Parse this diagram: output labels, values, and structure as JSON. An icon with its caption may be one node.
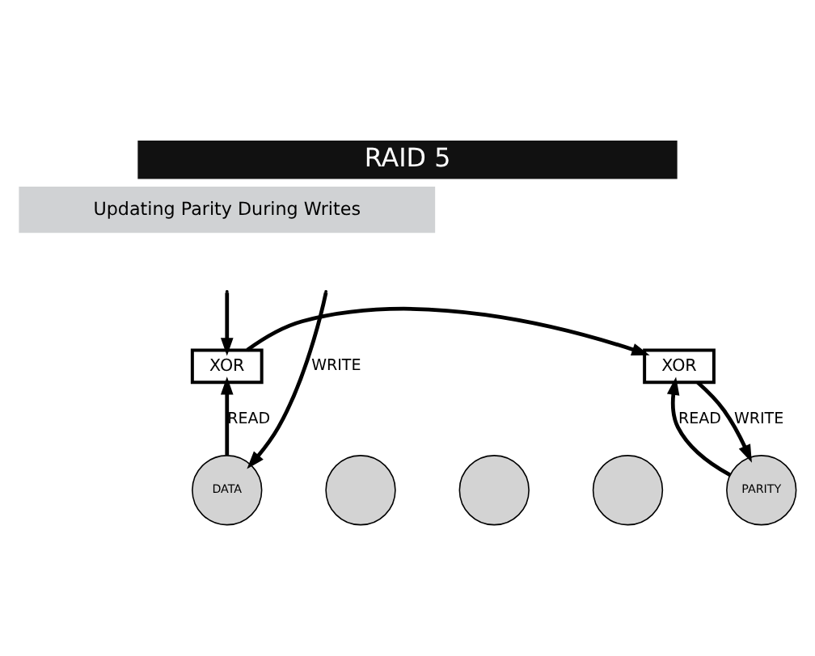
{
  "diagram": {
    "title": "RAID 5",
    "nodes": [
      {
        "text": [
          "XOR"
        ]
      },
      {
        "text": [
          "XOR"
        ]
      },
      {
        "text": [
          "DATA"
        ]
      },
      {
        "text": [],
        "shape": "circle"
      },
      {
        "text": [],
        "shape": "circle"
      },
      {
        "text": [],
        "shape": "circle"
      },
      {
        "text": [
          "PARITY"
        ]
      }
    ],
    "edges": [
      {
        "from": null,
        "to": 0,
        "arrow": "to"
      },
      {
        "from": null,
        "to": 2,
        "arrow": "to",
        "label": "WRITE"
      },
      {
        "from": 2,
        "to": 0,
        "arrow": "to",
        "label": "READ"
      },
      {
        "from": 0,
        "to": 1,
        "arrow": "to"
      },
      {
        "from": 6,
        "to": 1,
        "arrow": "to",
        "label": "READ"
      },
      {
        "from": 1,
        "to": 6,
        "arrow": "to",
        "label": "WRITE"
      }
    ],
    "labels": [
      "Updating Parity During Writes"
    ]
  }
}
